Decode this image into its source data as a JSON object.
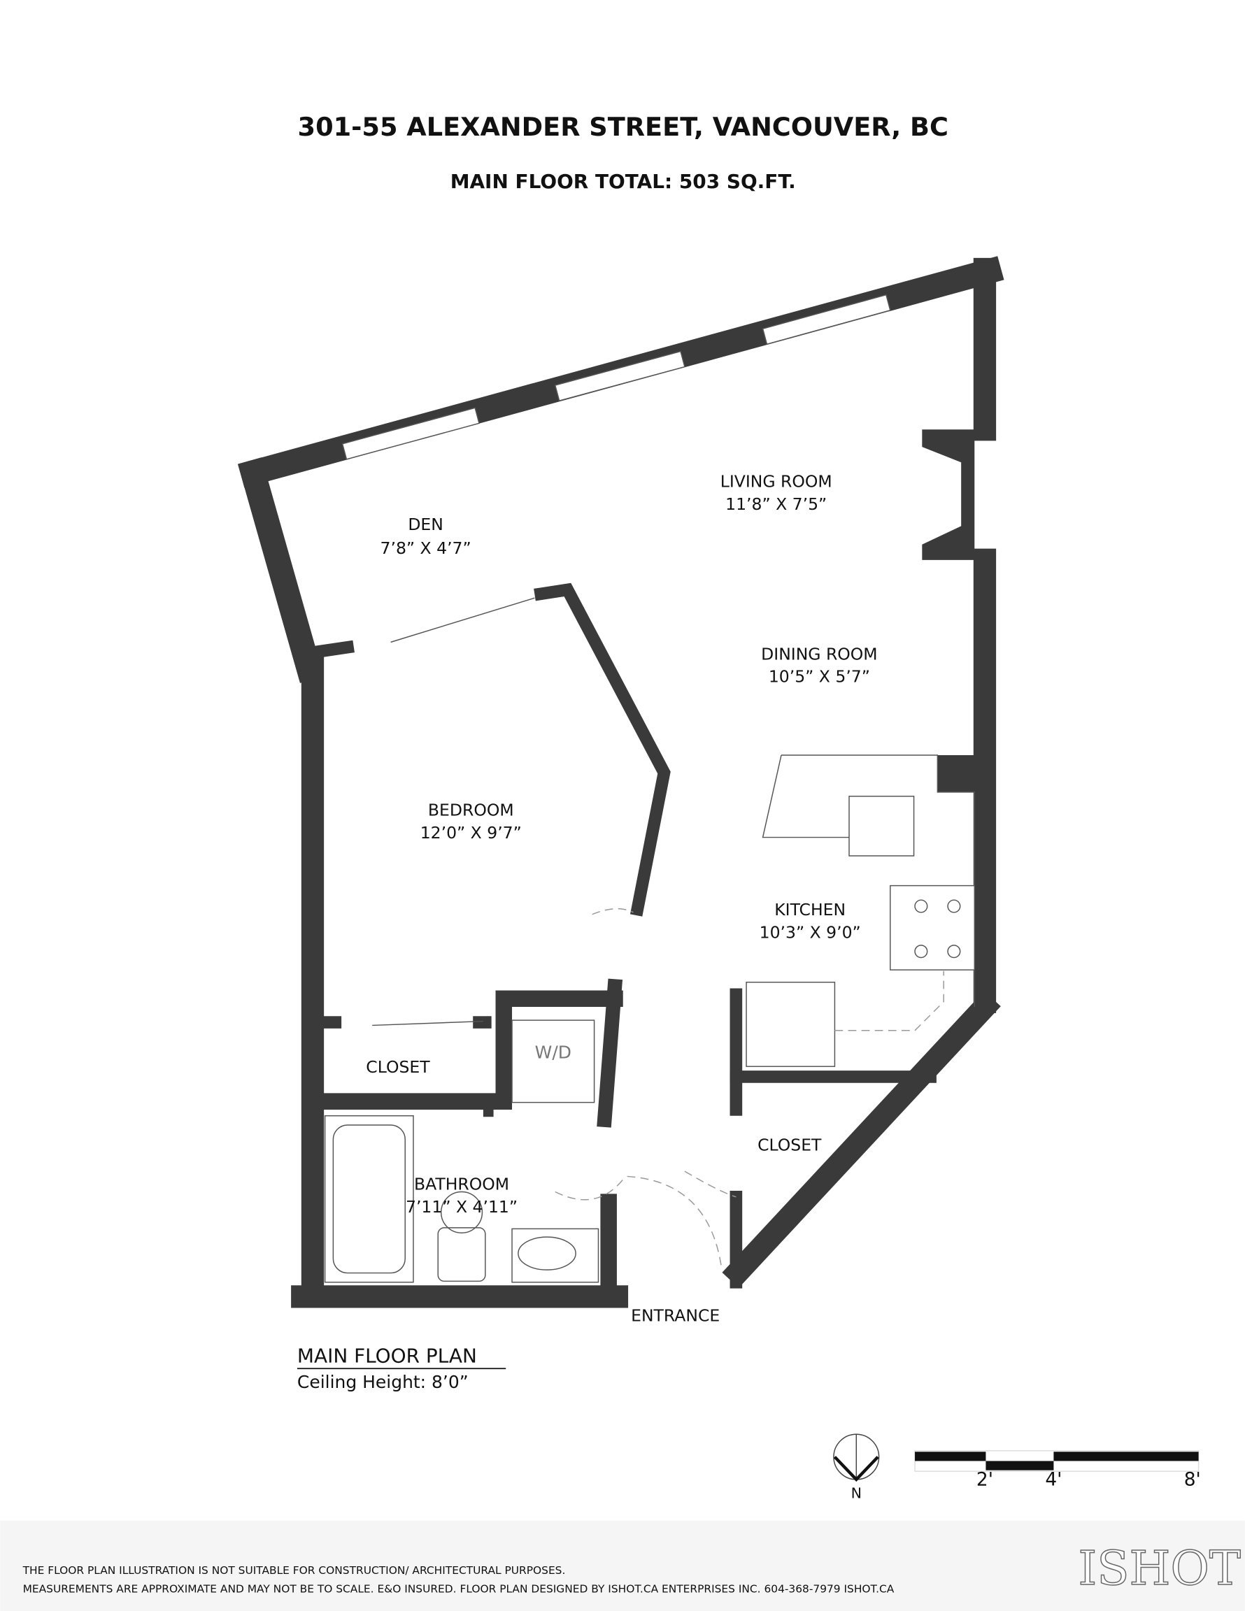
{
  "header": {
    "title": "301-55 ALEXANDER STREET, VANCOUVER, BC",
    "total": "MAIN FLOOR TOTAL:  503 SQ.FT."
  },
  "rooms": [
    {
      "name": "LIVING ROOM",
      "dims": "11’8” X 7’5”"
    },
    {
      "name": "DEN",
      "dims": "7’8” X 4’7”"
    },
    {
      "name": "DINING ROOM",
      "dims": "10’5” X 5’7”"
    },
    {
      "name": "BEDROOM",
      "dims": "12’0” X 9’7”"
    },
    {
      "name": "KITCHEN",
      "dims": "10’3” X 9’0”"
    },
    {
      "name": "CLOSET",
      "dims": ""
    },
    {
      "name": "BATHROOM",
      "dims": "7’11” X 4’11”"
    },
    {
      "name": "CLOSET",
      "dims": ""
    }
  ],
  "labels": {
    "washer_dryer": "W/D",
    "entrance": "ENTRANCE"
  },
  "plan": {
    "name": "MAIN FLOOR PLAN",
    "ceiling": "Ceiling Height: 8’0”"
  },
  "compass": {
    "north": "N"
  },
  "scale": {
    "ticks": [
      "2'",
      "4'",
      "8'"
    ]
  },
  "footer": {
    "line1": "THE FLOOR PLAN ILLUSTRATION IS NOT SUITABLE FOR CONSTRUCTION/ ARCHITECTURAL PURPOSES.",
    "line2": "MEASUREMENTS ARE APPROXIMATE AND MAY NOT BE TO SCALE. E&O INSURED.  FLOOR PLAN DESIGNED BY ISHOT.CA ENTERPRISES INC. 604-368-7979  ISHOT.CA",
    "logo": "ISHOT"
  },
  "colors": {
    "wall": "#3a3a3a",
    "footer_bg": "#f5f5f5"
  }
}
